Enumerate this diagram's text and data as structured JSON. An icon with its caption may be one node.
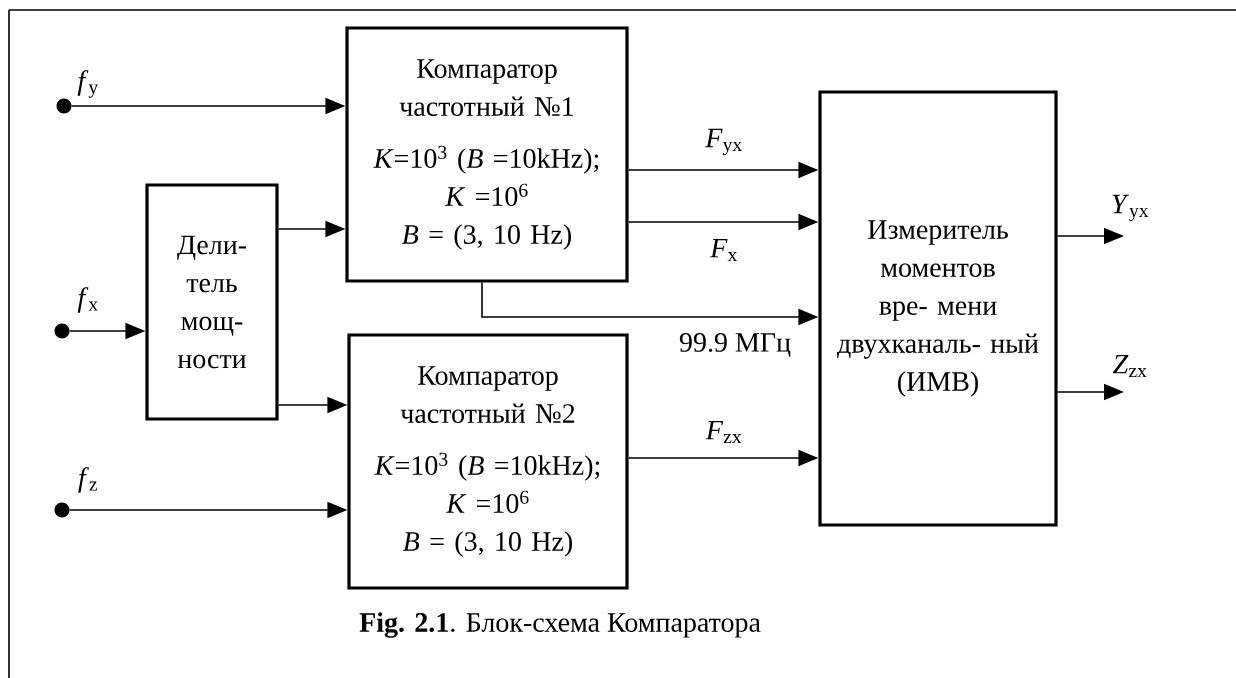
{
  "diagram": {
    "caption": "**Fig. 2.1**. Блок-схема Компаратора",
    "nodes": [
      {
        "text": [
          "*f*$_{y}$"
        ]
      },
      {
        "text": [
          "*f*$_{x}$"
        ]
      },
      {
        "text": [
          "*f*$_{z}$"
        ]
      },
      {
        "text": [
          "Дели- тель мощ- ности"
        ]
      },
      {
        "text": [
          "Компаратор частотный №1",
          "*K*=10$^{3}$ (*B* =10kHz);",
          "*K* =10$^{6}$",
          "*B* = (3, 10 Hz)"
        ]
      },
      {
        "text": [
          "Компаратор частотный №2",
          "*K*=10$^{3}$ (*B* =10kHz);",
          "*K* =10$^{6}$",
          "*B* = (3, 10 Hz)"
        ]
      },
      {
        "text": [
          "Измеритель моментов вре- мени двухканаль- ный",
          "(ИМВ)"
        ]
      }
    ],
    "edges": [
      {
        "from": 0,
        "to": 4,
        "arrow": "to"
      },
      {
        "from": 1,
        "to": 3,
        "arrow": "to"
      },
      {
        "from": 3,
        "to": 4,
        "arrow": "to"
      },
      {
        "from": 3,
        "to": 5,
        "arrow": "to"
      },
      {
        "from": 2,
        "to": 5,
        "arrow": "to"
      },
      {
        "from": 4,
        "to": 6,
        "arrow": "to",
        "label": "*F*$_{yx}$"
      },
      {
        "from": 4,
        "to": 6,
        "arrow": "to",
        "label": "*F*$_{x}$"
      },
      {
        "from": 4,
        "to": 6,
        "arrow": "to",
        "label": "99.9 МГц"
      },
      {
        "from": 5,
        "to": 6,
        "arrow": "to",
        "label": "*F*$_{zx}$"
      },
      {
        "from": 6,
        "to": null,
        "arrow": "to",
        "label": "*Y*$_{yx}$"
      },
      {
        "from": 6,
        "to": null,
        "arrow": "to",
        "label": "*Z*$_{zx}$"
      }
    ]
  }
}
